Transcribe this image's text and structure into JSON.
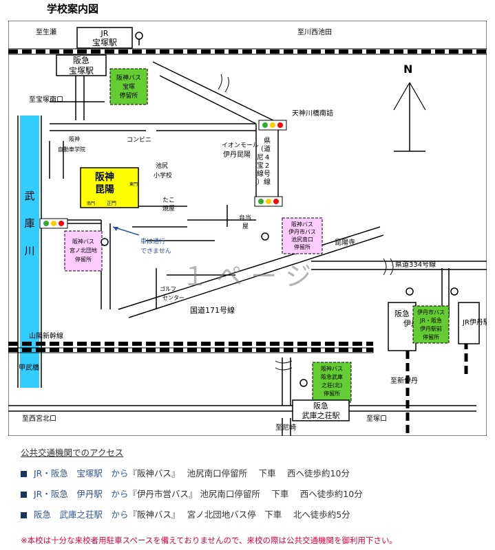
{
  "page_title": "学校案内図",
  "map": {
    "stations": {
      "jr_takarazuka": [
        "JR",
        "宝塚駅"
      ],
      "hankyu_takarazuka": [
        "阪急",
        "宝塚駅"
      ],
      "hankyu_itami": [
        "阪急",
        "伊丹駅"
      ],
      "jr_itami": "JR伊丹駅",
      "hankyu_mukonoso": [
        "阪急",
        "武庫之荘駅"
      ]
    },
    "school": {
      "name": [
        "阪神",
        "昆陽"
      ],
      "gate_main": "正門",
      "gate_south": "南門",
      "gate_east": "東門"
    },
    "bus_stops": {
      "takarazuka": [
        "阪神バス",
        "宝塚",
        "停留所"
      ],
      "itami_ikejiri": [
        "阪神バス",
        "伊丹市バス",
        "池尻南口",
        "停留所"
      ],
      "minamikitadanchi": [
        "阪神バス",
        "宮ノ北団地",
        "停留所"
      ],
      "itami_station": [
        "伊丹市バス",
        "JR・阪急",
        "伊丹駅前",
        "停留所"
      ],
      "mukonoso": [
        "阪神バス",
        "阪急武庫",
        "之荘(北)",
        "停留所"
      ]
    },
    "labels": {
      "shitoze": "至生瀬",
      "kawanishi": "至川西池田",
      "takarazuka_minami": "至宝塚南口",
      "tenjingawa": "天神川橋南詰",
      "north": "N",
      "hanshin_driving_school": [
        "阪神",
        "自動車学院"
      ],
      "convenience": "コンビニ",
      "ikejiri_school": [
        "池尻",
        "小学校"
      ],
      "aeon": [
        "イオンモール",
        "伊丹昆陽"
      ],
      "route42": [
        "県",
        "道",
        "4",
        "2",
        "号",
        "線",
        "（",
        "尼",
        "宝",
        "線",
        "）"
      ],
      "tako": [
        "たこ",
        "焼屋"
      ],
      "bento": [
        "弁当",
        "屋"
      ],
      "konyoji": "昆陽寺",
      "no_cars": [
        "車は通行",
        "できません"
      ],
      "muko_river": [
        "武",
        "庫",
        "川"
      ],
      "page_watermark": "１ ペ ー ジ",
      "golf": [
        "ゴルフ",
        "センター"
      ],
      "route334": "県道334号線",
      "route171": "国道171号線",
      "sanyo": "山陽新幹線",
      "koubu_bridge": "甲武橋",
      "shin_itami": "至新伊丹",
      "nishinomiya": "至西宮北口",
      "amagasaki": "至尼崎",
      "tsukaguchi": "至塚口"
    }
  },
  "access": {
    "heading": "公共交通機関でのアクセス",
    "routes": [
      {
        "line": "JR・阪急　宝塚駅　から",
        "detail": "『阪神バス』　 池尻南口停留所　 下車　 西へ徒歩約10分"
      },
      {
        "line": "JR・阪急　伊丹駅　から",
        "detail": "『伊丹市営バス』 池尻南口停留所　 下車　 西へ徒歩約10分"
      },
      {
        "line": "阪急　武庫之荘駅　から",
        "detail": "『阪神バス』　 宮ノ北団地バス停　下車　 北へ徒歩約5分"
      }
    ],
    "note": "※本校は十分な来校者用駐車スペースを備えておりませんので、来校の際は公共交通機関を御利用下さい。"
  },
  "colors": {
    "river": "#33ccff",
    "school": "#ffff00",
    "bus_green": "#66cc33",
    "bus_pink": "#ffccff",
    "signal_red": "#ff0000",
    "signal_yellow": "#ffcc00",
    "signal_green": "#33aa33"
  }
}
